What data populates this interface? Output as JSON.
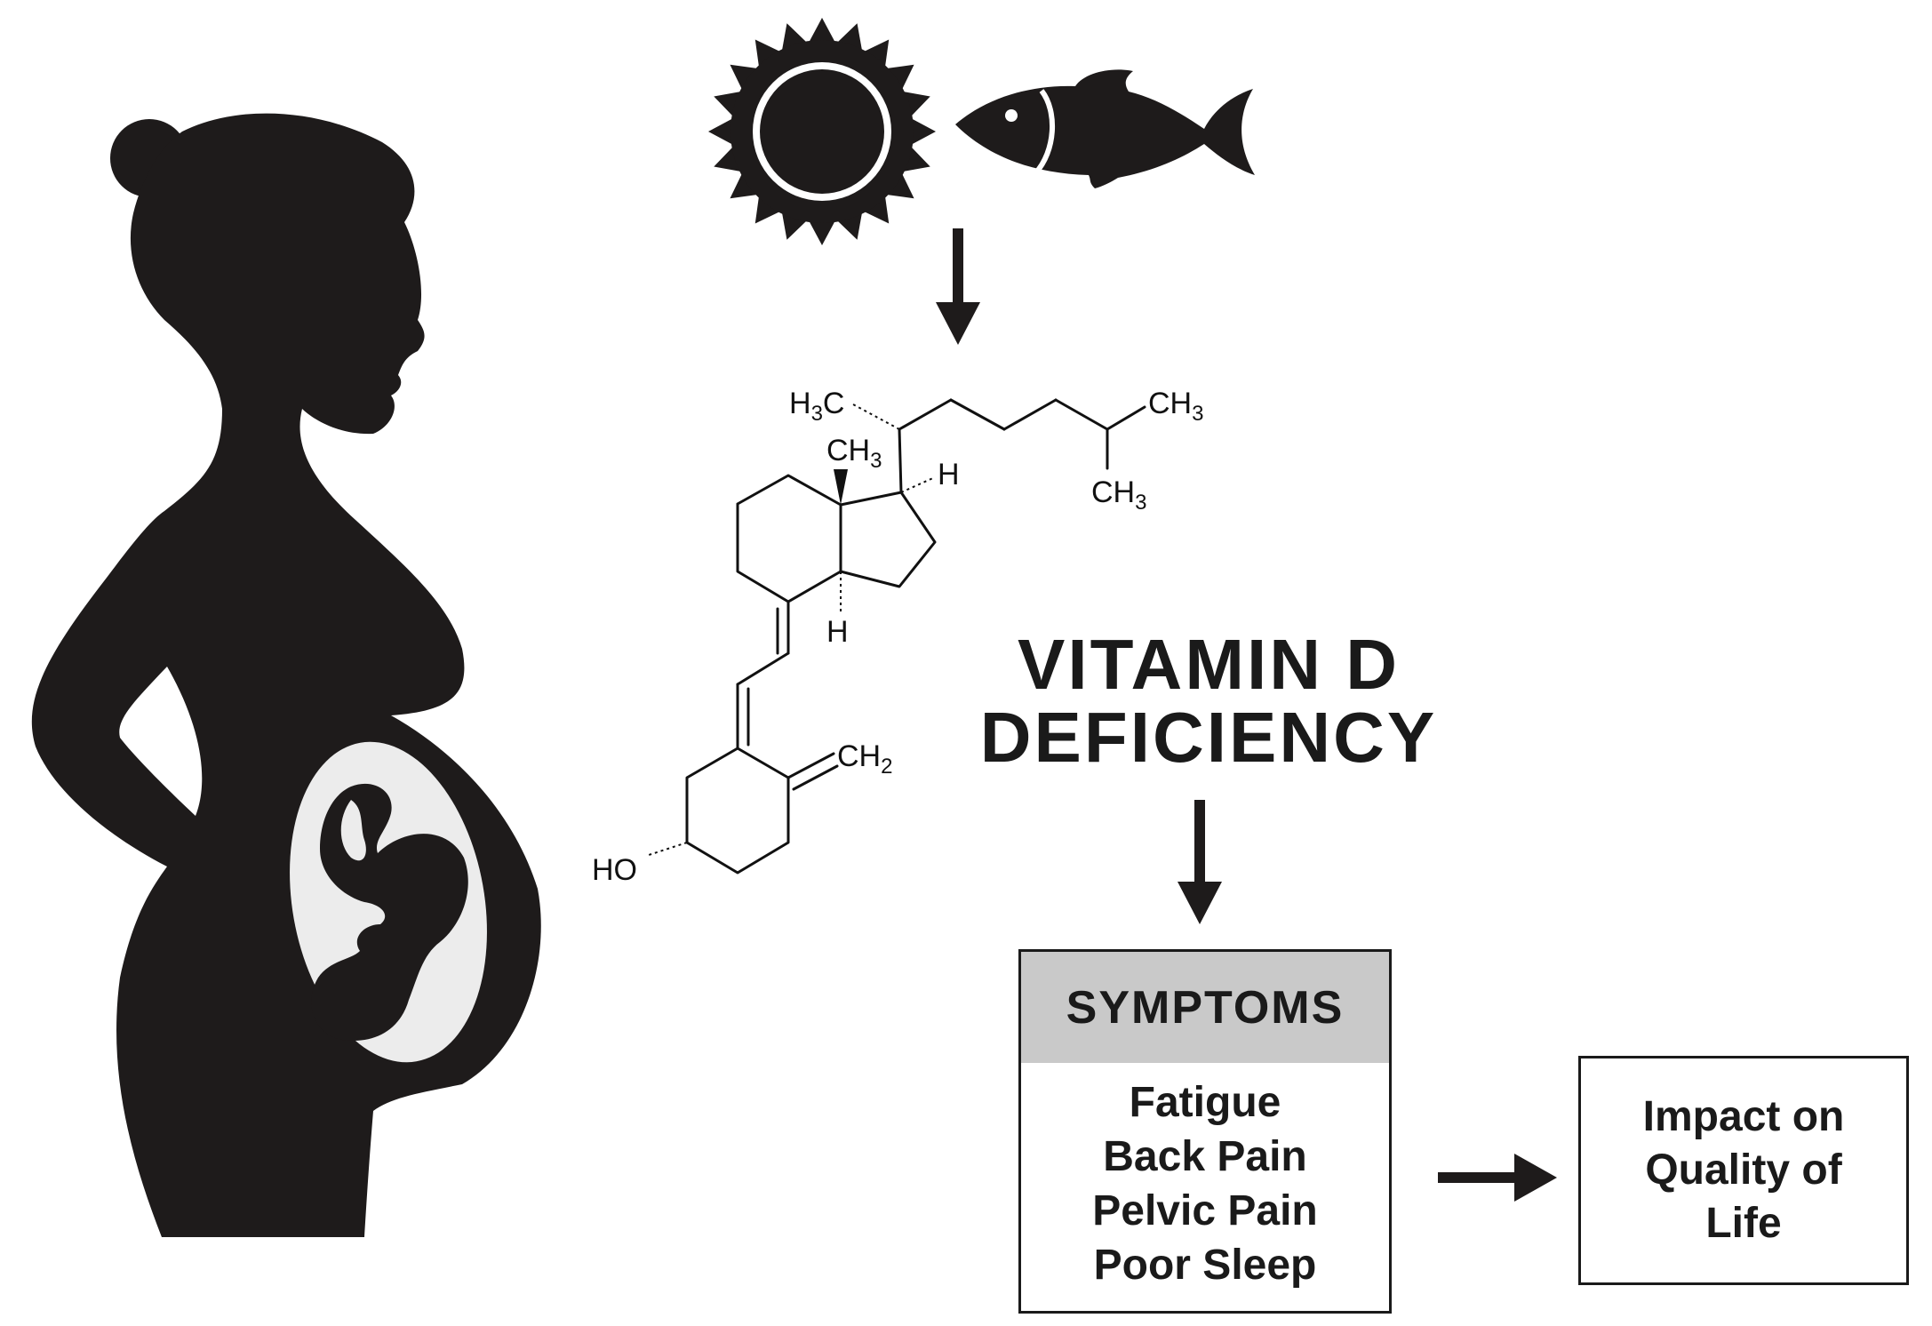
{
  "title": {
    "line1": "VITAMIN D",
    "line2": "DEFICIENCY"
  },
  "molecule": {
    "labels": {
      "h3c": "H",
      "h3c_sub": "3",
      "h3c_c": "C",
      "ch3_top_c": "CH",
      "ch3_top_sub": "3",
      "ch3_ring_c": "CH",
      "ch3_ring_sub": "3",
      "ch3_lower_c": "CH",
      "ch3_lower_sub": "3",
      "h_right": "H",
      "h_bottom": "H",
      "ch2_c": "CH",
      "ch2_sub": "2",
      "ho": "HO"
    }
  },
  "symptoms": {
    "header": "SYMPTOMS",
    "items": [
      "Fatigue",
      "Back Pain",
      "Pelvic Pain",
      "Poor Sleep"
    ]
  },
  "impact": {
    "lines": [
      "Impact on",
      "Quality of",
      "Life"
    ]
  },
  "icons": {
    "sun": "sun-icon",
    "fish": "fish-icon",
    "pregnant_woman": "pregnant-woman-silhouette"
  },
  "colors": {
    "ink": "#1a1a1a",
    "header_gray": "#c9c9c9"
  }
}
